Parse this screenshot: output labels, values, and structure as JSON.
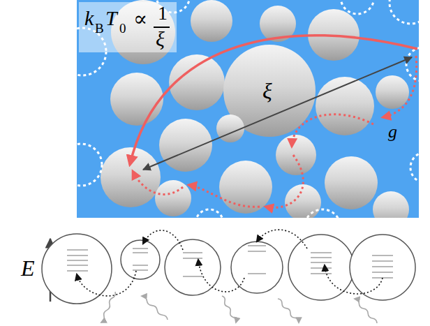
{
  "diagram": {
    "nodes": [
      {
        "text": [
          "k",
          "B",
          "T",
          "0",
          "∝",
          "1",
          "ξ"
        ]
      }
    ],
    "labels": [
      "ξ",
      "g",
      "E"
    ]
  }
}
